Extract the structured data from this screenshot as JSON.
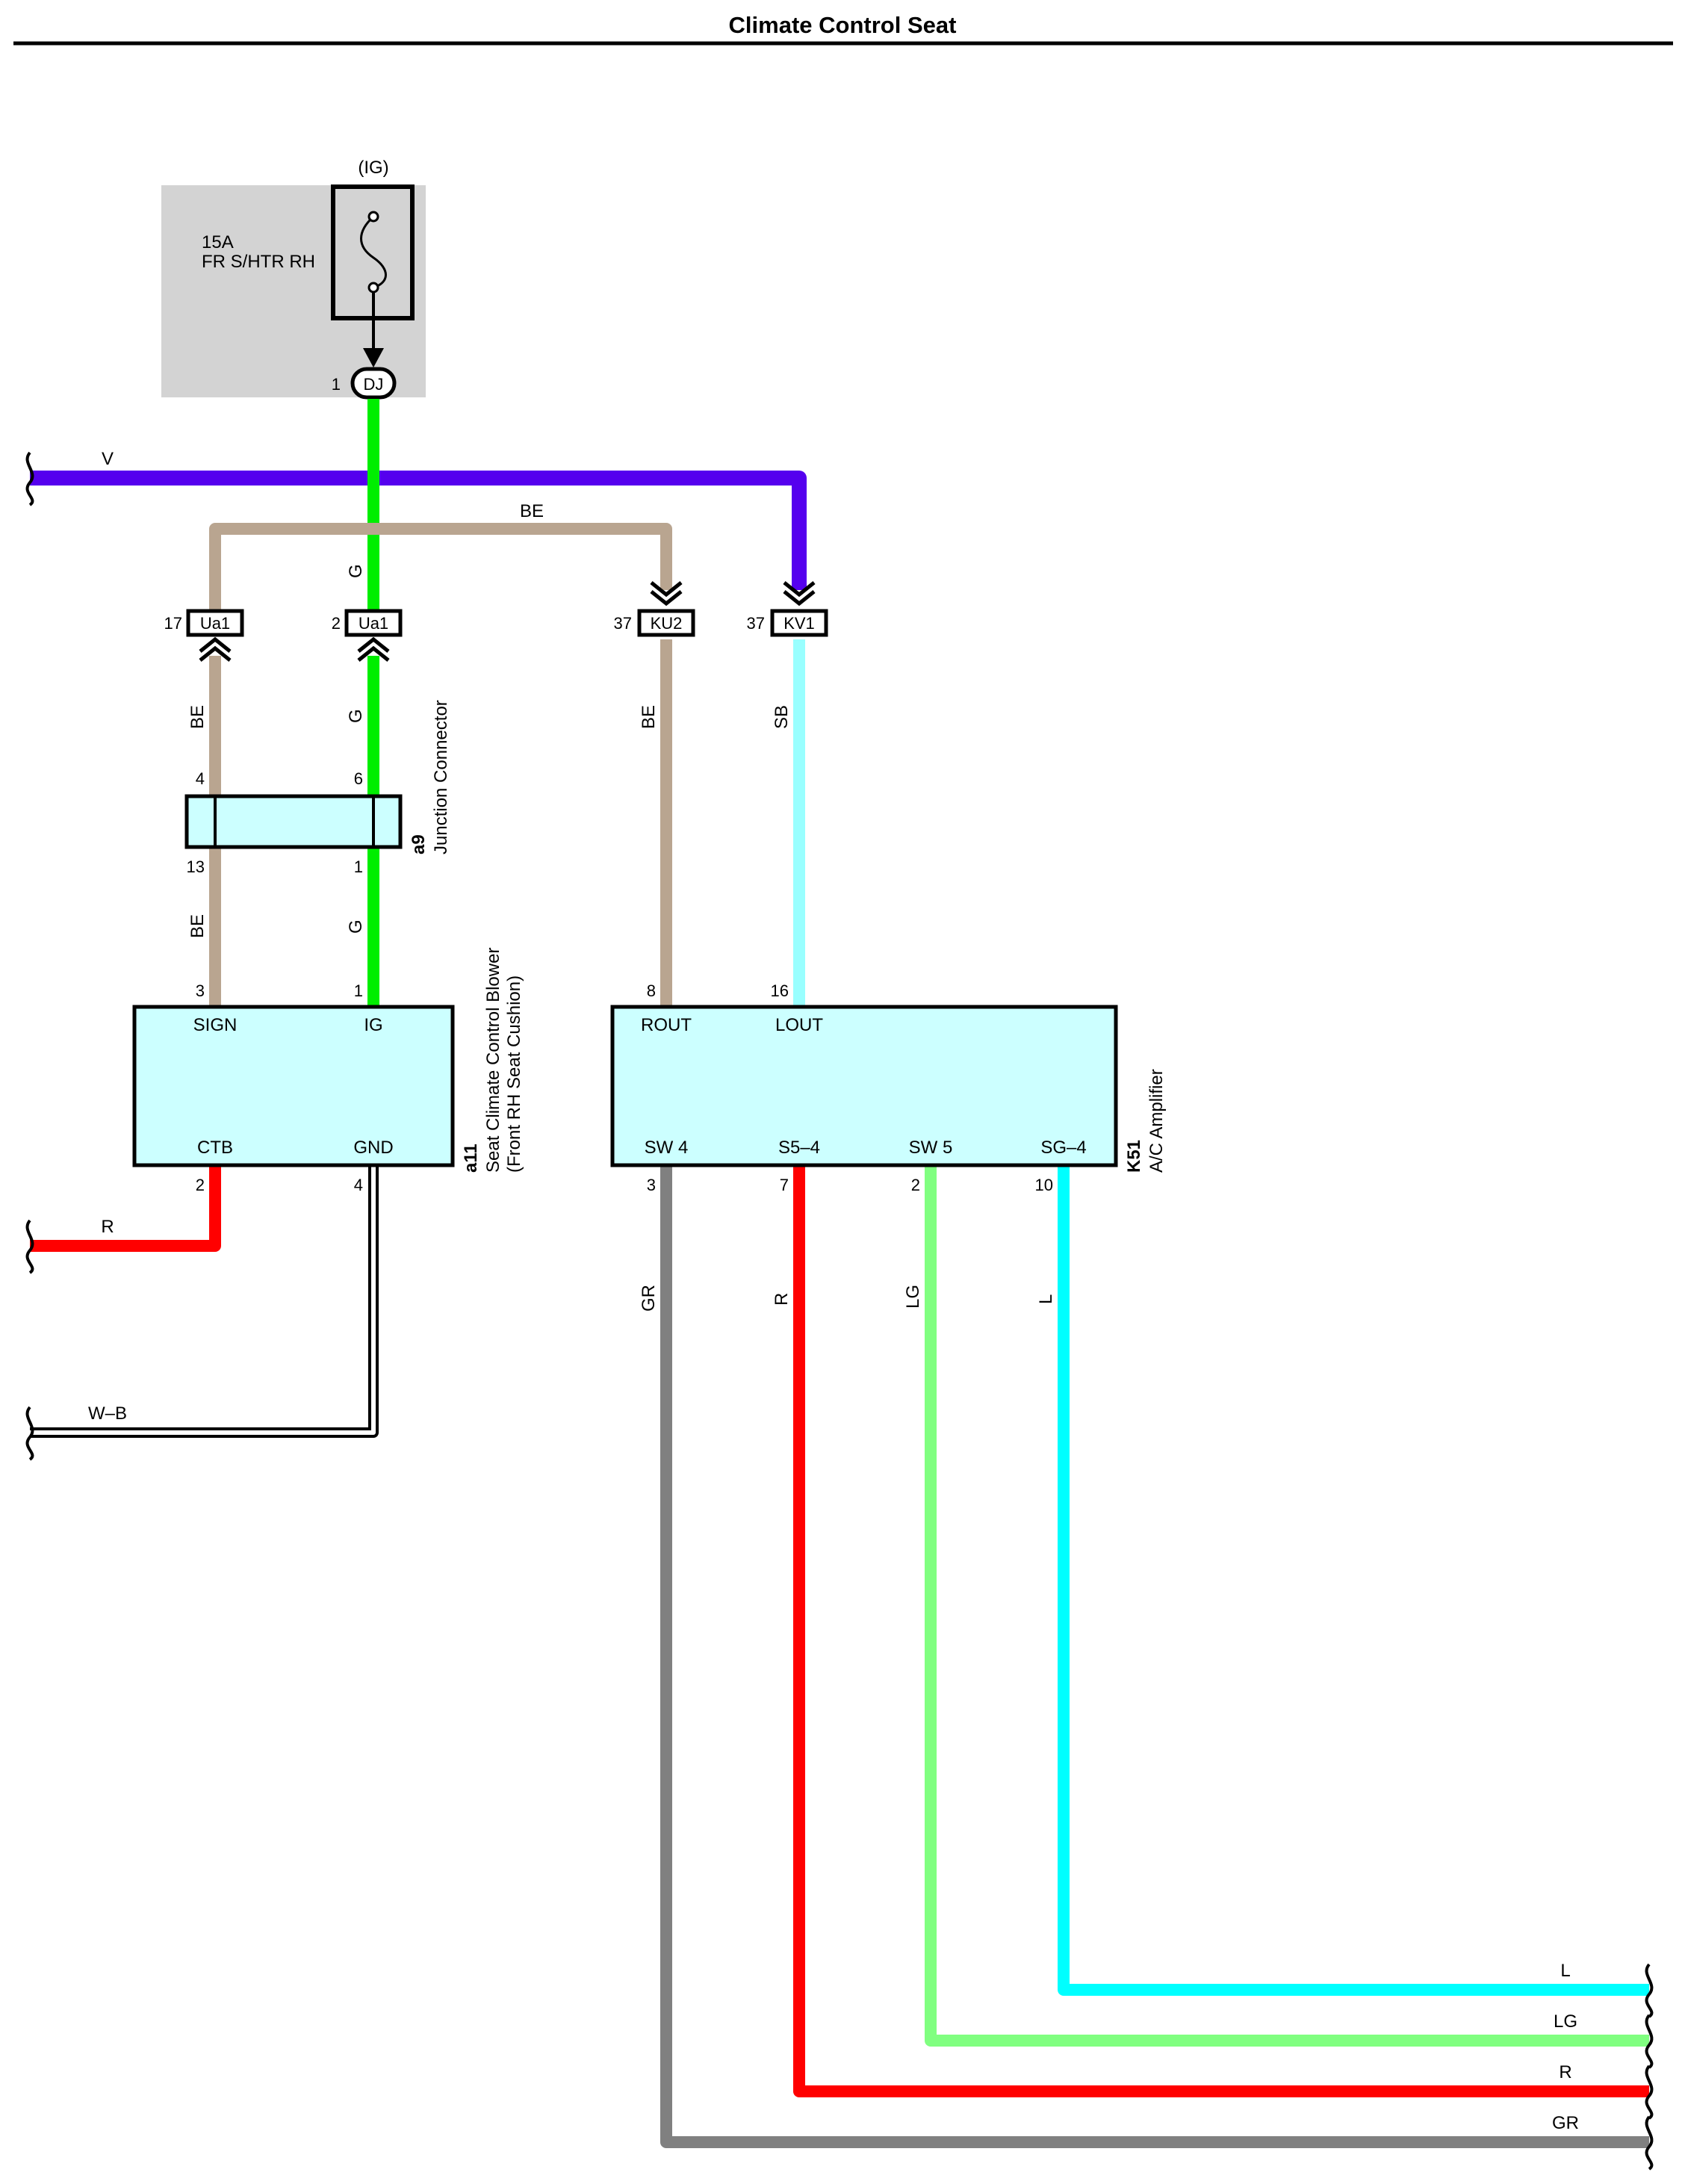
{
  "title": "Climate Control Seat",
  "fuse": {
    "supply": "(IG)",
    "rating": "15A",
    "name": "FR S/HTR RH",
    "connector": "DJ",
    "pin": "1"
  },
  "connectors": {
    "ua1_left": {
      "code": "Ua1",
      "pin": "17"
    },
    "ua1_right": {
      "code": "Ua1",
      "pin": "2"
    },
    "ku2": {
      "code": "KU2",
      "pin": "37"
    },
    "kv1": {
      "code": "KV1",
      "pin": "37"
    }
  },
  "junction": {
    "code": "a9",
    "name": "Junction Connector",
    "pins": {
      "top_left": "4",
      "top_right": "6",
      "bottom_left": "13",
      "bottom_right": "1"
    }
  },
  "blower": {
    "code": "a11",
    "name_line1": "Seat Climate Control Blower",
    "name_line2": "(Front RH Seat Cushion)",
    "terminals": {
      "sign": "SIGN",
      "ig": "IG",
      "ctb": "CTB",
      "gnd": "GND"
    },
    "pins": {
      "sign": "3",
      "ig": "1",
      "ctb": "2",
      "gnd": "4"
    }
  },
  "amplifier": {
    "code": "K51",
    "name": "A/C Amplifier",
    "terminals": {
      "rout": "ROUT",
      "lout": "LOUT",
      "sw4": "SW 4",
      "s54": "S5–4",
      "sw5": "SW 5",
      "sg4": "SG–4"
    },
    "pins": {
      "rout": "8",
      "lout": "16",
      "sw4": "3",
      "s54": "7",
      "sw5": "2",
      "sg4": "10"
    }
  },
  "wire_labels": {
    "v": "V",
    "be_top": "BE",
    "g_upper": "G",
    "g_mid": "G",
    "g_lower": "G",
    "be_left_mid": "BE",
    "be_left_lower": "BE",
    "be_ku2": "BE",
    "sb": "SB",
    "r_left": "R",
    "wb": "W–B",
    "gr_vert": "GR",
    "r_vert": "R",
    "lg_vert": "LG",
    "l_vert": "L",
    "l_right": "L",
    "lg_right": "LG",
    "r_right": "R",
    "gr_right": "GR"
  },
  "wire_colors": {
    "V": "#5500ee",
    "G": "#00ee00",
    "BE": "#b9a590",
    "SB": "#99ffff",
    "R": "#ff0000",
    "GR": "#808080",
    "LG": "#80ff80",
    "L": "#00ffff",
    "W-B": "#000000",
    "box_fill": "#ccffff",
    "fuse_bg": "#d3d3d3"
  }
}
